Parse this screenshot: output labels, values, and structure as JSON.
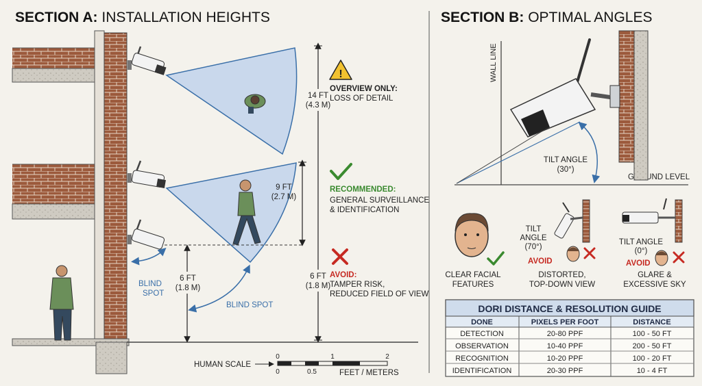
{
  "section_a": {
    "title_bold": "SECTION A:",
    "title_rest": "INSTALLATION HEIGHTS",
    "top": {
      "height": "14 FT",
      "metric": "(4.3 M)",
      "heading": "OVERVIEW ONLY:",
      "desc": "LOSS OF DETAIL",
      "icon": "warning-icon"
    },
    "middle": {
      "height": "9 FT",
      "metric": "(2.7 M)",
      "heading": "RECOMMENDED:",
      "desc1": "GENERAL SURVEILLANCE",
      "desc2": "& IDENTIFICATION",
      "icon": "check-icon"
    },
    "bottom": {
      "height": "6 FT",
      "metric": "(1.8 M)",
      "heading": "AVOID:",
      "desc1": "TAMPER RISK,",
      "desc2": "REDUCED FIELD OF VIEW",
      "icon": "cross-icon"
    },
    "ground": {
      "height": "6 FT",
      "metric": "(1.8 M)"
    },
    "blind_spot_1a": "BLIND",
    "blind_spot_1b": "SPOT",
    "blind_spot_2": "BLIND SPOT",
    "scale": {
      "label": "HUMAN SCALE",
      "top_ticks": [
        "0",
        "1",
        "2"
      ],
      "bottom_ticks": [
        "0",
        "0.5"
      ],
      "units": "FEET / METERS"
    }
  },
  "section_b": {
    "title_bold": "SECTION B:",
    "title_rest": "OPTIMAL ANGLES",
    "wall_line": "WALL LINE",
    "ground_level": "GROUND LEVEL",
    "tilt_label": "TILT ANGLE",
    "tilt_value": "(30°)",
    "examples": [
      {
        "caption1": "CLEAR FACIAL",
        "caption2": "FEATURES"
      },
      {
        "tilt1": "TILT",
        "tilt2": "ANGLE",
        "tilt3": "(70°)",
        "avoid": "AVOID",
        "caption1": "DISTORTED,",
        "caption2": "TOP-DOWN VIEW"
      },
      {
        "tilt1": "TILT ANGLE",
        "tilt2": "(0°)",
        "avoid": "AVOID",
        "caption1": "GLARE &",
        "caption2": "EXCESSIVE SKY"
      }
    ]
  },
  "dori": {
    "title": "DORI DISTANCE & RESOLUTION GUIDE",
    "headers": [
      "DONE",
      "PIXELS PER FOOT",
      "DISTANCE"
    ],
    "rows": [
      [
        "DETECTION",
        "20-80 PPF",
        "100 - 50 FT"
      ],
      [
        "OBSERVATION",
        "10-40 PPF",
        "200 - 50 FT"
      ],
      [
        "RECOGNITION",
        "10-20 PPF",
        "100 - 20 FT"
      ],
      [
        "IDENTIFICATION",
        "20-30 PPF",
        "10 - 4 FT"
      ]
    ]
  },
  "colors": {
    "brick": "#9c5a3c",
    "fov": "#c9d8ec",
    "fov_stroke": "#3a6fa8",
    "green": "#3a8a2f",
    "red": "#c62a22",
    "warning": "#f2c230",
    "table_head": "#cfdcec"
  }
}
